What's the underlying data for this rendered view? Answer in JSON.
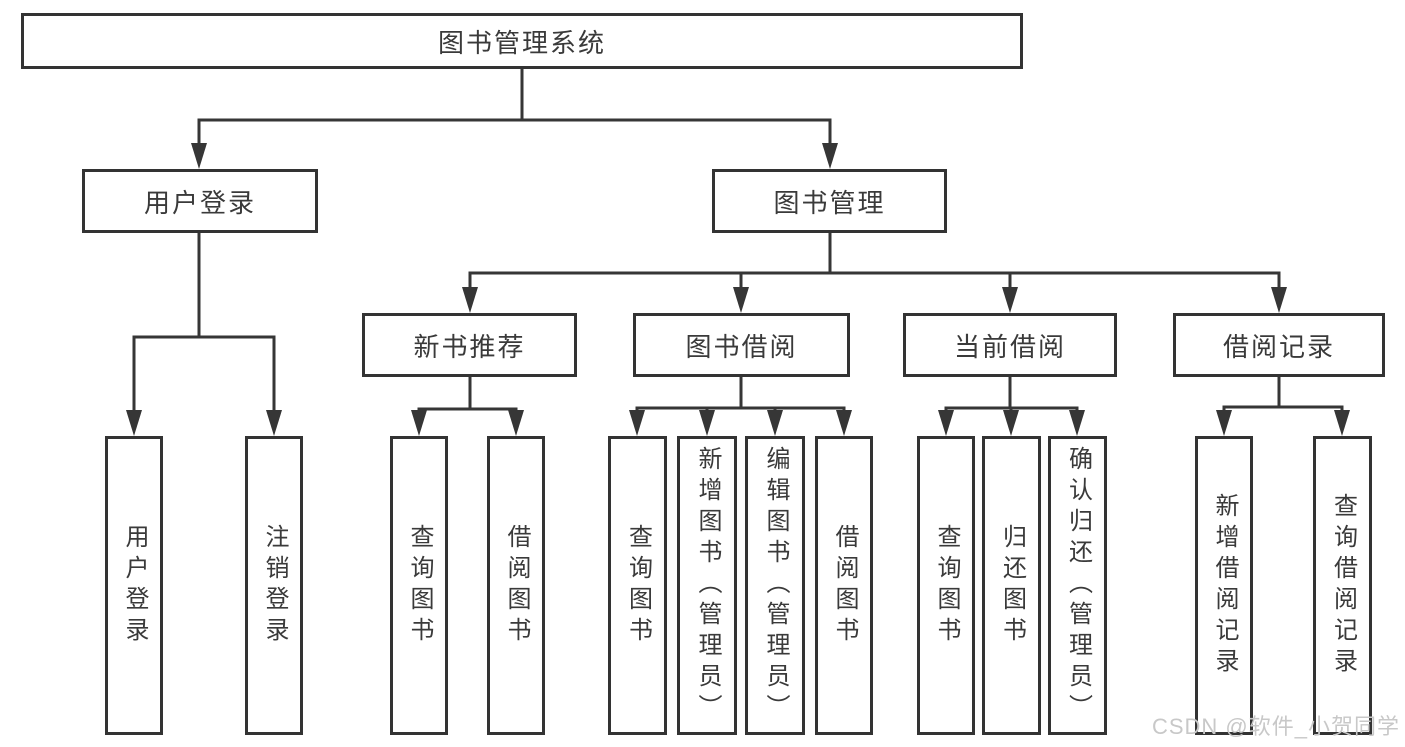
{
  "diagram_type": "functional-decomposition-tree",
  "colors": {
    "background": "#ffffff",
    "box_border": "#333333",
    "connector_line": "#363636",
    "text": "#3a3a3a",
    "watermark_text": "#c8c8c8"
  },
  "tree": {
    "label": "图书管理系统",
    "children": [
      {
        "label": "用户登录",
        "children": [
          {
            "label": "用户登录"
          },
          {
            "label": "注销登录"
          }
        ]
      },
      {
        "label": "图书管理",
        "children": [
          {
            "label": "新书推荐",
            "children": [
              {
                "label": "查询图书"
              },
              {
                "label": "借阅图书"
              }
            ]
          },
          {
            "label": "图书借阅",
            "children": [
              {
                "label": "查询图书"
              },
              {
                "label": "新增图书（管理员）"
              },
              {
                "label": "编辑图书（管理员）"
              },
              {
                "label": "借阅图书"
              }
            ]
          },
          {
            "label": "当前借阅",
            "children": [
              {
                "label": "查询图书"
              },
              {
                "label": "归还图书"
              },
              {
                "label": "确认归还（管理员）"
              }
            ]
          },
          {
            "label": "借阅记录",
            "children": [
              {
                "label": "新增借阅记录"
              },
              {
                "label": "查询借阅记录"
              }
            ]
          }
        ]
      }
    ]
  },
  "watermark": "CSDN @软件_小贺同学"
}
